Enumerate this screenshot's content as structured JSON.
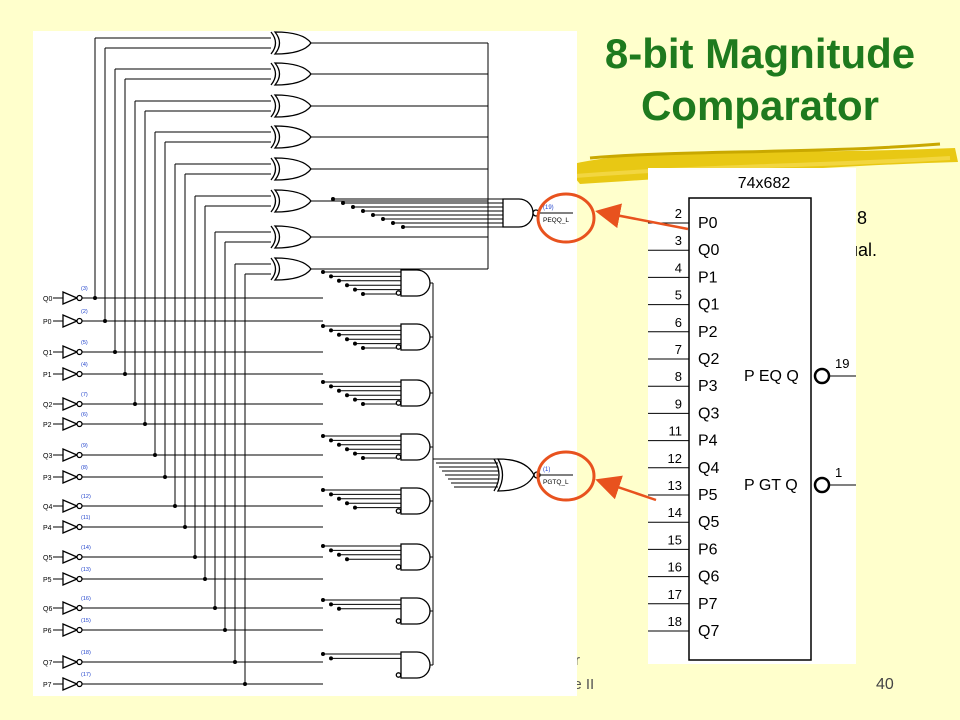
{
  "slide": {
    "title_line1": "8-bit Magnitude",
    "title_line2": "Comparator",
    "body_line1": "8",
    "body_line2": "qual.",
    "footer_line1": "r",
    "footer_line2": "ure II",
    "page_number": "40"
  },
  "schematic": {
    "input_labels": [
      "Q0",
      "P0",
      "Q1",
      "P1",
      "Q2",
      "P2",
      "Q3",
      "P3",
      "Q4",
      "P4",
      "Q5",
      "P5",
      "Q6",
      "P6",
      "Q7",
      "P7"
    ],
    "input_pins": [
      "(3)",
      "(2)",
      "(5)",
      "(4)",
      "(7)",
      "(6)",
      "(9)",
      "(8)",
      "(12)",
      "(11)",
      "(14)",
      "(13)",
      "(16)",
      "(15)",
      "(18)",
      "(17)"
    ],
    "output_eq_label": "PEQQ_L",
    "output_eq_pin": "(19)",
    "output_gt_label": "PGTQ_L",
    "output_gt_pin": "(1)",
    "xor_gate_count": 8,
    "and_gate_count": 8
  },
  "chip": {
    "name": "74x682",
    "left_pins": [
      {
        "num": "2",
        "name": "P0"
      },
      {
        "num": "3",
        "name": "Q0"
      },
      {
        "num": "4",
        "name": "P1"
      },
      {
        "num": "5",
        "name": "Q1"
      },
      {
        "num": "6",
        "name": "P2"
      },
      {
        "num": "7",
        "name": "Q2"
      },
      {
        "num": "8",
        "name": "P3"
      },
      {
        "num": "9",
        "name": "Q3"
      },
      {
        "num": "11",
        "name": "P4"
      },
      {
        "num": "12",
        "name": "Q4"
      },
      {
        "num": "13",
        "name": "P5"
      },
      {
        "num": "14",
        "name": "Q5"
      },
      {
        "num": "15",
        "name": "P6"
      },
      {
        "num": "16",
        "name": "Q6"
      },
      {
        "num": "17",
        "name": "P7"
      },
      {
        "num": "18",
        "name": "Q7"
      }
    ],
    "outputs": [
      {
        "name": "P EQ Q",
        "num": "19"
      },
      {
        "name": "P GT Q",
        "num": "1"
      }
    ]
  },
  "colors": {
    "background": "#ffffcc",
    "title": "#1e7a1e",
    "accent_brush": "#e6c200",
    "highlight": "#e8521e",
    "line": "#000000"
  }
}
